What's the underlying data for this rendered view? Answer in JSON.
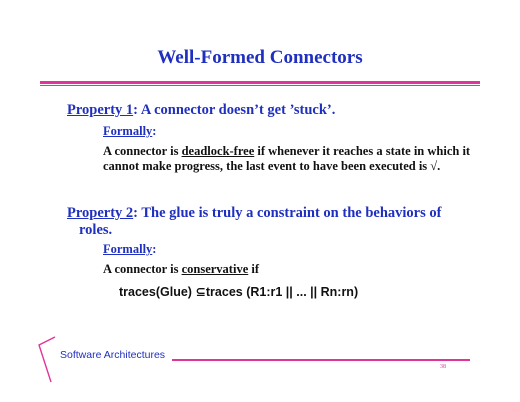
{
  "slide": {
    "title": "Well-Formed Connectors",
    "property1": {
      "label": "Property 1",
      "text": ": A connector doesn’t get ’stuck’.",
      "formally_label": "Formally",
      "formally_colon": ":",
      "body_pre": "A connector is ",
      "body_term": "deadlock-free",
      "body_post": " if whenever it reaches a state in which it cannot make progress, the last event to have been executed is √."
    },
    "property2": {
      "label": "Property 2",
      "text_line1": ": The glue is truly a constraint on the behaviors of",
      "text_line2": "roles.",
      "formally_label": "Formally",
      "formally_colon": ":",
      "body_pre": "A connector is ",
      "body_term": "conservative",
      "body_post": " if",
      "formula": "traces(Glue) ⊆traces (R1:r1 || ... || Rn:rn)"
    },
    "footer": {
      "label": "Software Architectures",
      "page_number": "38"
    },
    "colors": {
      "accent": "#e0349a",
      "heading": "#1f2fbf",
      "text": "#111111"
    }
  }
}
